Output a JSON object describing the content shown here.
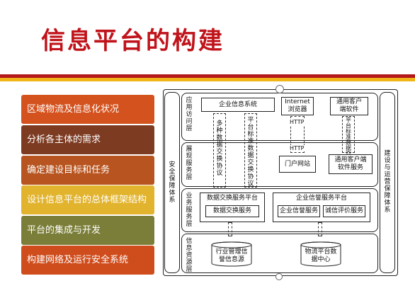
{
  "title": "信息平台的构建",
  "menu": [
    {
      "label": "区域物流及信息化状况",
      "color": "#d4521e"
    },
    {
      "label": "分析各主体的需求",
      "color": "#7d3b22"
    },
    {
      "label": "确定建设目标和任务",
      "color": "#b7541f"
    },
    {
      "label": "设计信息平台的总体框架结构",
      "color": "#e2b32d"
    },
    {
      "label": "平台的集成与开发",
      "color": "#7b7e38"
    },
    {
      "label": "构建网络及运行安全系统",
      "color": "#cf4d1c"
    }
  ],
  "diagram": {
    "left_side": "安全保障体系",
    "right_side": "建设与运营保障体系",
    "layers": {
      "app": "应用访问层",
      "display": "展现服务层",
      "business": "业务服务层",
      "resource": "信息资源层"
    },
    "app_boxes": {
      "enterprise": "企业信息系统",
      "internet": "Internet浏览器",
      "client": "通用客户端软件"
    },
    "arrows": {
      "multi_protocol": "多种数据交换协议",
      "platform_protocol1": "平台标准数据交换协议",
      "platform_protocol2": "平台标准数据交换协议",
      "http1": "HTTP",
      "http2": "HTTP"
    },
    "display_boxes": {
      "portal": "门户网站",
      "client_service": "通用客户端软件服务"
    },
    "business": {
      "exchange_platform": "数据交换服务平台",
      "exchange_service": "数据交换服务",
      "credit_platform": "企业信誉服务平台",
      "enterprise_credit": "企业信誉服务",
      "credit_eval": "诚信评价服务"
    },
    "resource": {
      "industry_db": "行业管理信誉信息源",
      "logistics_db": "物流平台数据中心"
    }
  }
}
